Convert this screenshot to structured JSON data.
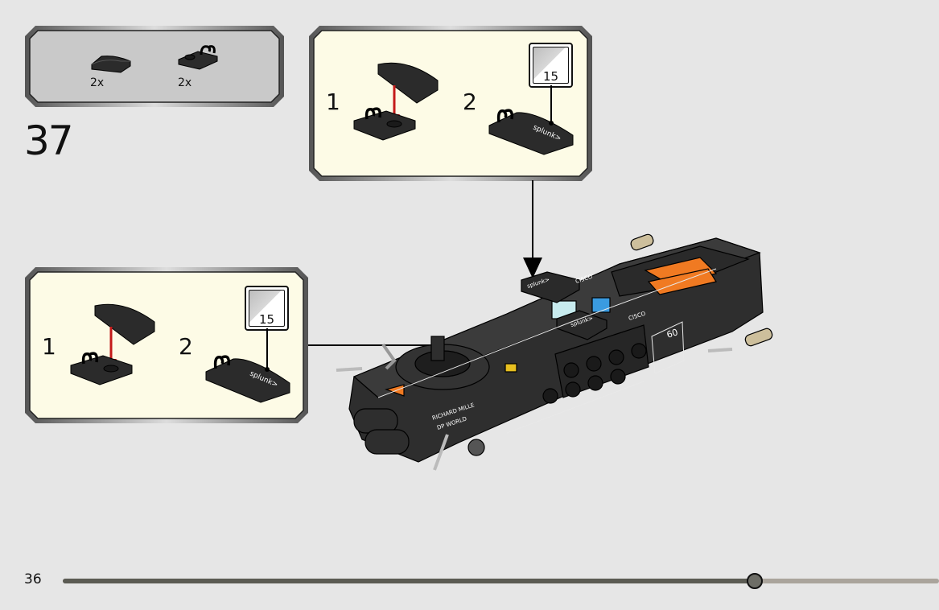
{
  "step": {
    "number": "37"
  },
  "parts_list": {
    "items": [
      {
        "icon": "curved-slope-brick-icon",
        "quantity": "2x"
      },
      {
        "icon": "clip-plate-icon",
        "quantity": "2x"
      }
    ]
  },
  "subassembly_top": {
    "step1_label": "1",
    "step2_label": "2",
    "callout_number": "15"
  },
  "subassembly_left": {
    "step1_label": "1",
    "step2_label": "2",
    "callout_number": "15"
  },
  "model_labels": {
    "splunk_top": "splunk>",
    "splunk_mid": "splunk>",
    "cisco_top": "CISCO",
    "cisco_mid": "CISCO",
    "richard_mille": "RICHARD MILLE",
    "dp_world": "DP WORLD",
    "car_number": "60"
  },
  "footer": {
    "page_number": "36",
    "progress": 0.79
  },
  "colors": {
    "background": "#e6e6e6",
    "parts_panel": "#c9c9c9",
    "subassembly_panel": "#fdfbe6",
    "red_arrow": "#c41a1a",
    "orange_tile": "#f07a22"
  }
}
